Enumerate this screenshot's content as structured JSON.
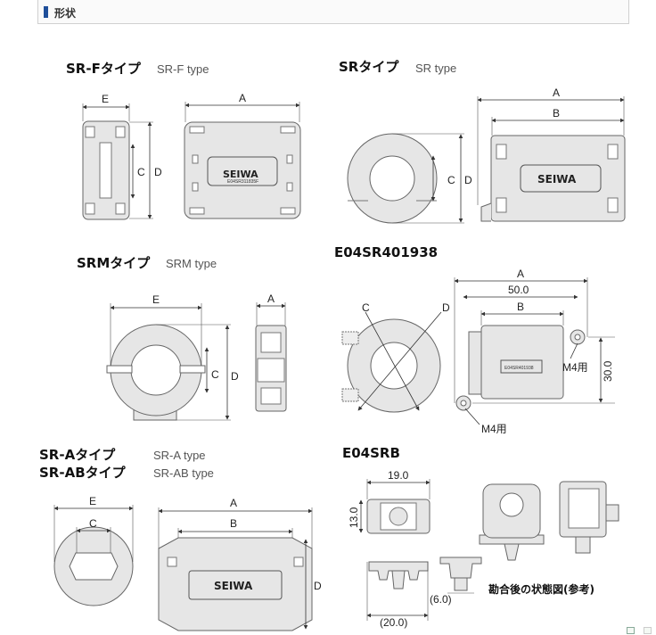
{
  "header": {
    "title": "形状"
  },
  "parts": {
    "srf": {
      "title_jp": "SR-Fタイプ",
      "title_en": "SR-F type",
      "brand": "SEIWA",
      "code": "E04SR311835F",
      "dims": {
        "e": "E",
        "a": "A",
        "c": "C",
        "d": "D"
      }
    },
    "sr": {
      "title_jp": "SRタイプ",
      "title_en": "SR type",
      "brand": "SEIWA",
      "dims": {
        "a": "A",
        "b": "B",
        "c": "C",
        "d": "D"
      }
    },
    "srm": {
      "title_jp": "SRMタイプ",
      "title_en": "SRM type",
      "dims": {
        "e": "E",
        "a": "A",
        "c": "C",
        "d": "D"
      }
    },
    "e04sr401938": {
      "title": "E04SR401938",
      "code": "E04SR401938",
      "dims": {
        "c": "C",
        "d": "D",
        "a": "A",
        "w": "50.0",
        "b": "B",
        "h": "30.0",
        "m4_right": "M4用",
        "m4_bottom": "M4用"
      }
    },
    "sra": {
      "title_jp_1": "SR-Aタイプ",
      "title_en_1": "SR-A type",
      "title_jp_2": "SR-ABタイプ",
      "title_en_2": "SR-AB type",
      "brand": "SEIWA",
      "dims": {
        "e": "E",
        "c": "C",
        "a": "A",
        "b": "B",
        "d": "D"
      }
    },
    "e04srb": {
      "title": "E04SRB",
      "caption": "勘合後の状態図(参考)",
      "dims": {
        "w": "19.0",
        "h": "13.0",
        "p": "(6.0)",
        "l": "(20.0)"
      }
    }
  }
}
